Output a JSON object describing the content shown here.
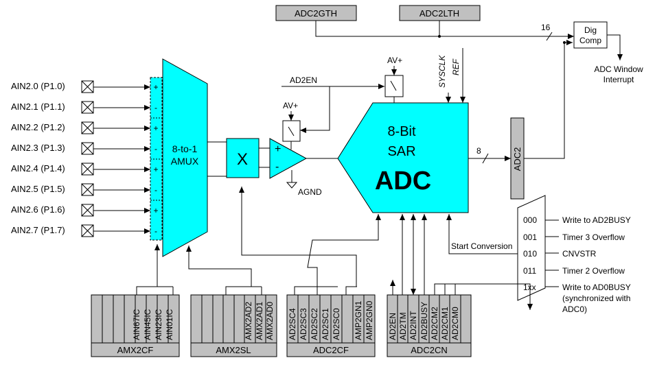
{
  "inputs": [
    "AIN2.0 (P1.0)",
    "AIN2.1 (P1.1)",
    "AIN2.2 (P1.2)",
    "AIN2.3 (P1.3)",
    "AIN2.4 (P1.4)",
    "AIN2.5 (P1.5)",
    "AIN2.6 (P1.6)",
    "AIN2.7 (P1.7)"
  ],
  "polarity": [
    "+",
    "-",
    "+",
    "-",
    "+",
    "-",
    "+",
    "-"
  ],
  "mux": {
    "line1": "8-to-1",
    "line2": "AMUX"
  },
  "x_block": "X",
  "gth": "ADC2GTH",
  "lth": "ADC2LTH",
  "dig_comp": {
    "line1": "Dig",
    "line2": "Comp"
  },
  "bus16": "16",
  "window_int": {
    "line1": "ADC Window",
    "line2": "Interrupt"
  },
  "avplus_top": "AV+",
  "avplus_mid": "AV+",
  "ad2en": "AD2EN",
  "sysclk": "SYSCLK",
  "ref": "REF",
  "adc": {
    "line1": "8-Bit",
    "line2": "SAR",
    "line3": "ADC"
  },
  "bus8": "8",
  "adc2_reg": "ADC2",
  "agnd": "AGND",
  "amp_plus": "+",
  "amp_minus": "-",
  "start_conv": "Start Conversion",
  "conv_mux": [
    {
      "code": "000",
      "label": "Write to AD2BUSY"
    },
    {
      "code": "001",
      "label": "Timer 3 Overflow"
    },
    {
      "code": "010",
      "label": "CNVSTR"
    },
    {
      "code": "011",
      "label": "Timer 2 Overflow"
    },
    {
      "code": "1xx",
      "label": "Write to AD0BUSY"
    }
  ],
  "conv_note": {
    "line1": "(synchronized with",
    "line2": "ADC0)"
  },
  "registers": [
    {
      "name": "AMX2CF",
      "bits": [
        "",
        "",
        "",
        "",
        "AIN67IC",
        "AIN45IC",
        "AIN23IC",
        "AIN01IC"
      ]
    },
    {
      "name": "AMX2SL",
      "bits": [
        "",
        "",
        "",
        "",
        "",
        "AMX2AD2",
        "AMX2AD1",
        "AMX2AD0"
      ]
    },
    {
      "name": "ADC2CF",
      "bits": [
        "AD2SC4",
        "AD2SC3",
        "AD2SC2",
        "AD2SC1",
        "AD2SC0",
        "",
        "AMP2GN1",
        "AMP2GN0"
      ]
    },
    {
      "name": "ADC2CN",
      "bits": [
        "AD2EN",
        "AD2TM",
        "AD2INT",
        "AD2BUSY",
        "AD2CM2",
        "AD2CM1",
        "AD2CM0",
        ""
      ]
    }
  ]
}
